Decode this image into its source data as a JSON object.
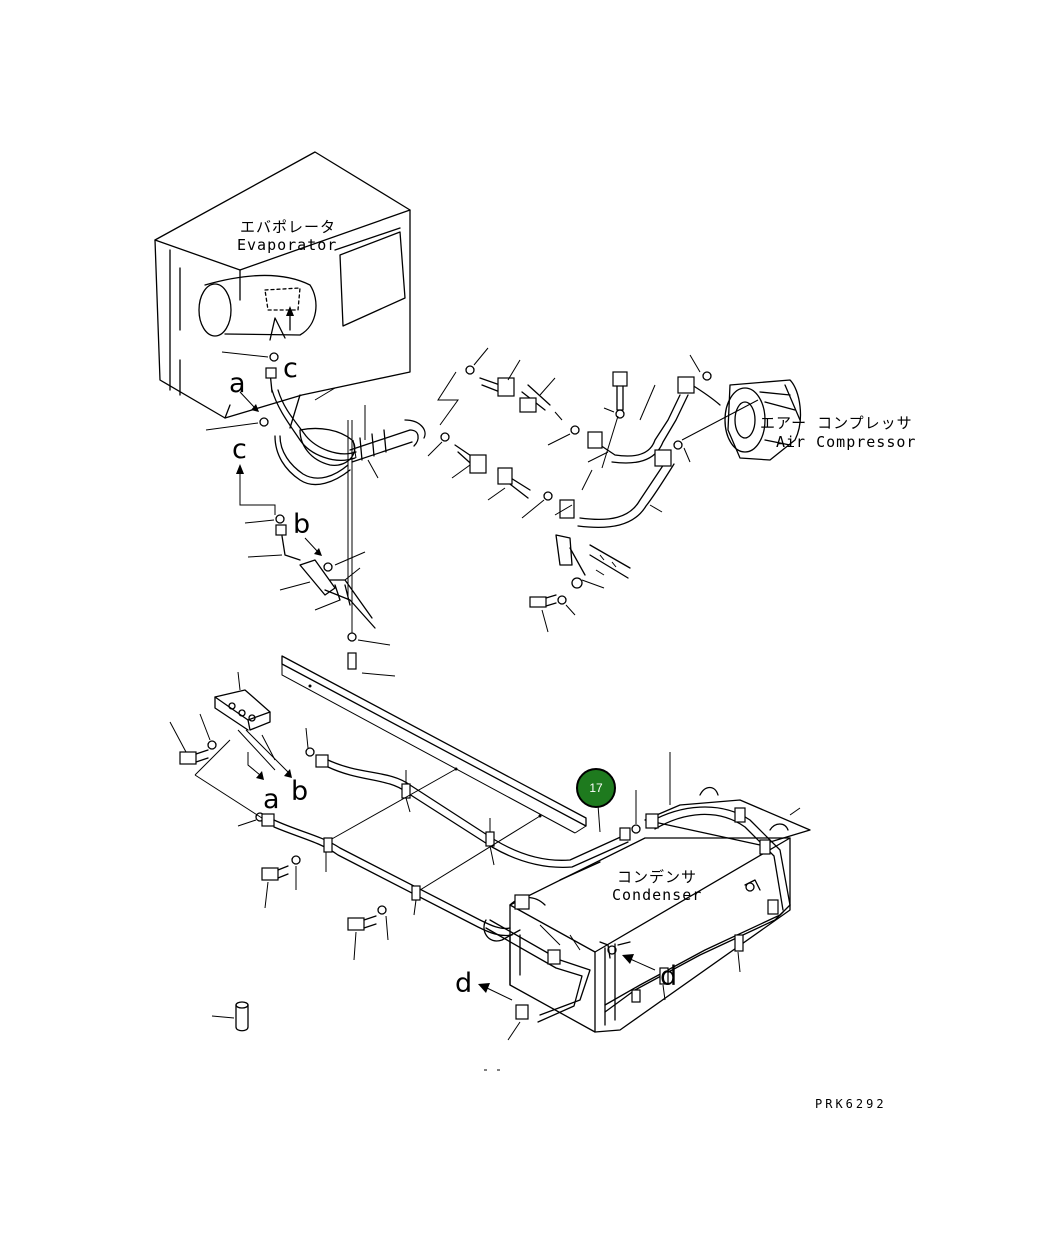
{
  "labels": {
    "evaporator_jp": "エバポレータ",
    "evaporator_en": "Evaporator",
    "compressor_jp": "エアー コンプレッサ",
    "compressor_en": "Air Compressor",
    "condenser_jp": "コンデンサ",
    "condenser_en": "Condenser"
  },
  "connection_letters": {
    "a_top": "a",
    "c_top": "c",
    "c_mid": "c",
    "b_mid": "b",
    "a_bottom": "a",
    "b_bottom": "b",
    "d_left": "d",
    "d_right": "d"
  },
  "callout": {
    "number": "17",
    "color": "#1e7a1e"
  },
  "drawing_code": "PRK6292"
}
